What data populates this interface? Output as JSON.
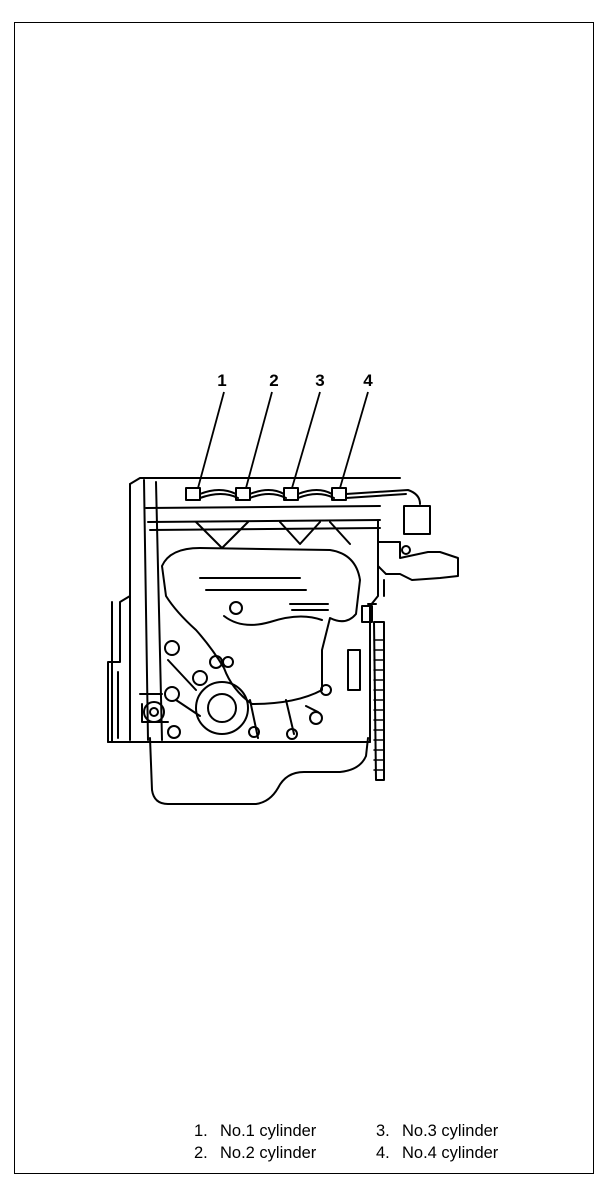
{
  "callouts": [
    {
      "number": "1"
    },
    {
      "number": "2"
    },
    {
      "number": "3"
    },
    {
      "number": "4"
    }
  ],
  "legend": [
    {
      "number": "1.",
      "label": "No.1 cylinder"
    },
    {
      "number": "2.",
      "label": "No.2 cylinder"
    },
    {
      "number": "3.",
      "label": "No.3 cylinder"
    },
    {
      "number": "4.",
      "label": "No.4 cylinder"
    }
  ]
}
